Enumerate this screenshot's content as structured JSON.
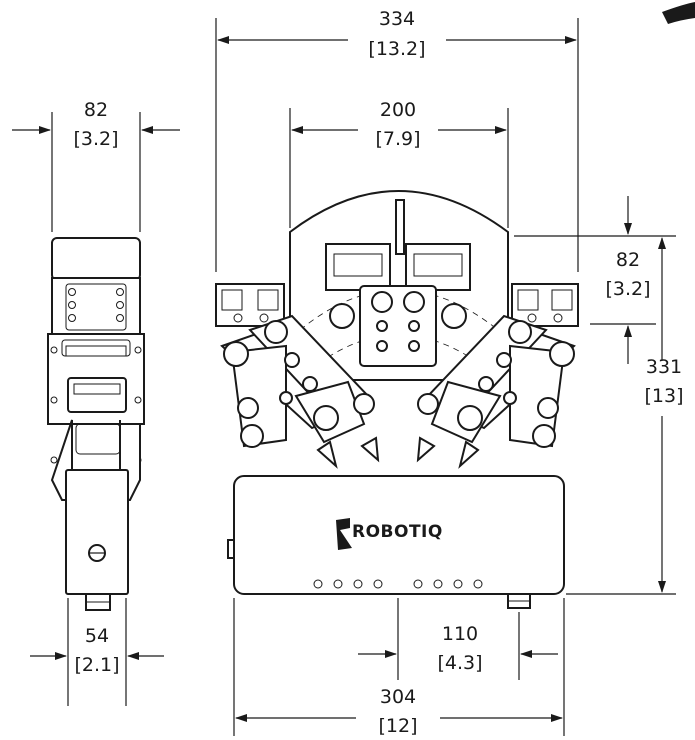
{
  "dimensions": {
    "overall_width": {
      "value": "334",
      "inches": "[13.2]"
    },
    "side_depth": {
      "value": "82",
      "inches": "[3.2]"
    },
    "finger_spacing": {
      "value": "200",
      "inches": "[7.9]"
    },
    "top_offset": {
      "value": "82",
      "inches": "[3.2]"
    },
    "overall_height": {
      "value": "331",
      "inches": "[13]"
    },
    "side_base_width": {
      "value": "54",
      "inches": "[2.1]"
    },
    "connector_offset": {
      "value": "110",
      "inches": "[4.3]"
    },
    "base_width": {
      "value": "304",
      "inches": "[12]"
    }
  },
  "brand": {
    "logo_text": "ROBOTIQ"
  }
}
